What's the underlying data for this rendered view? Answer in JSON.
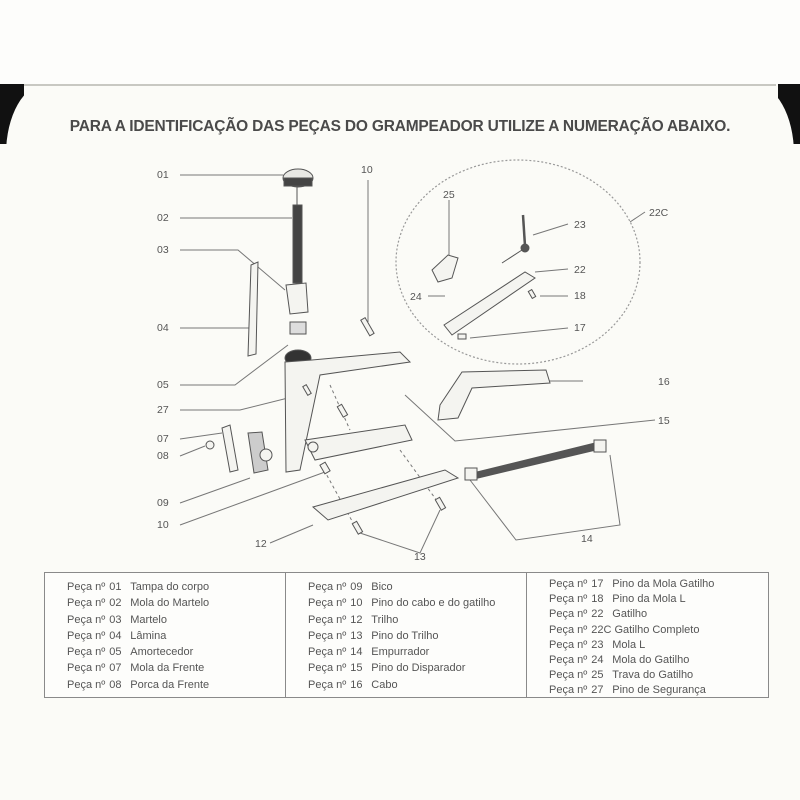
{
  "title": "PARA A IDENTIFICAÇÃO DAS PEÇAS DO GRAMPEADOR UTILIZE A NUMERAÇÃO ABAIXO.",
  "diagram": {
    "labels": {
      "l01": "01",
      "l02": "02",
      "l03": "03",
      "l04": "04",
      "l05": "05",
      "l27": "27",
      "l07": "07",
      "l08": "08",
      "l09": "09",
      "l10a": "10",
      "l10b": "10",
      "l12": "12",
      "l13": "13",
      "l14": "14",
      "l15": "15",
      "l16": "16",
      "l17": "17",
      "l18": "18",
      "l22": "22",
      "l22c": "22C",
      "l23": "23",
      "l24": "24",
      "l25": "25"
    }
  },
  "legend": {
    "prefix": "Peça nº",
    "columns": [
      [
        {
          "num": "01",
          "desc": "Tampa do corpo"
        },
        {
          "num": "02",
          "desc": "Mola do Martelo"
        },
        {
          "num": "03",
          "desc": "Martelo"
        },
        {
          "num": "04",
          "desc": "Lâmina"
        },
        {
          "num": "05",
          "desc": "Amortecedor"
        },
        {
          "num": "07",
          "desc": "Mola da Frente"
        },
        {
          "num": "08",
          "desc": "Porca da Frente"
        }
      ],
      [
        {
          "num": "09",
          "desc": "Bico"
        },
        {
          "num": "10",
          "desc": "Pino do cabo e do gatilho"
        },
        {
          "num": "12",
          "desc": "Trilho"
        },
        {
          "num": "13",
          "desc": "Pino do Trilho"
        },
        {
          "num": "14",
          "desc": "Empurrador"
        },
        {
          "num": "15",
          "desc": "Pino do Disparador"
        },
        {
          "num": "16",
          "desc": "Cabo"
        }
      ],
      [
        {
          "num": "17",
          "desc": "Pino da Mola Gatilho"
        },
        {
          "num": "18",
          "desc": "Pino da Mola L"
        },
        {
          "num": "22",
          "desc": "Gatilho"
        },
        {
          "num": "22C",
          "desc": "Gatilho Completo"
        },
        {
          "num": "23",
          "desc": "Mola L"
        },
        {
          "num": "24",
          "desc": "Mola do Gatilho"
        },
        {
          "num": "25",
          "desc": "Trava do Gatilho"
        },
        {
          "num": "27",
          "desc": "Pino de Segurança"
        }
      ]
    ]
  }
}
